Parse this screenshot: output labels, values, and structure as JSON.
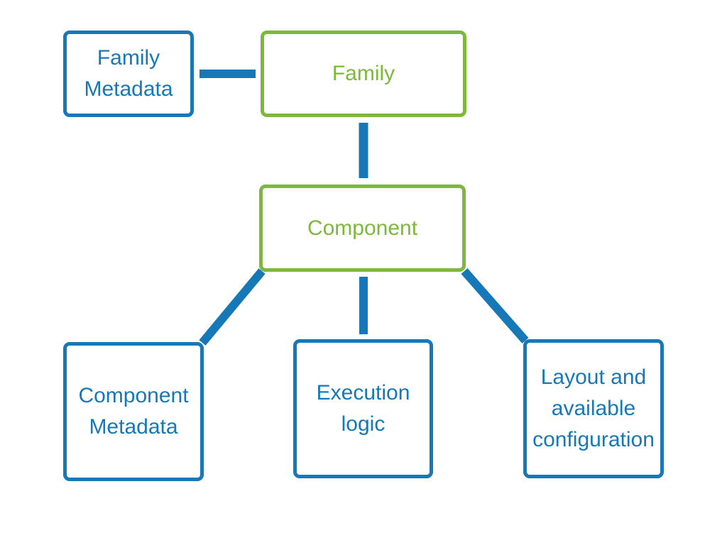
{
  "colors": {
    "connector": "#1678b6",
    "leaf_node": "#1678b6",
    "core_node": "#7db83a",
    "background": "#ffffff"
  },
  "nodes": {
    "family_metadata": {
      "lines": [
        "Family",
        "Metadata"
      ]
    },
    "family": {
      "lines": [
        "Family"
      ]
    },
    "component": {
      "lines": [
        "Component"
      ]
    },
    "component_metadata": {
      "lines": [
        "Component",
        "Metadata"
      ]
    },
    "execution_logic": {
      "lines": [
        "Execution",
        "logic"
      ]
    },
    "layout_config": {
      "lines": [
        "Layout and",
        "available",
        "configuration"
      ]
    }
  },
  "edges": [
    {
      "from": "family_metadata",
      "to": "family"
    },
    {
      "from": "family",
      "to": "component"
    },
    {
      "from": "component",
      "to": "component_metadata"
    },
    {
      "from": "component",
      "to": "execution_logic"
    },
    {
      "from": "component",
      "to": "layout_config"
    }
  ]
}
